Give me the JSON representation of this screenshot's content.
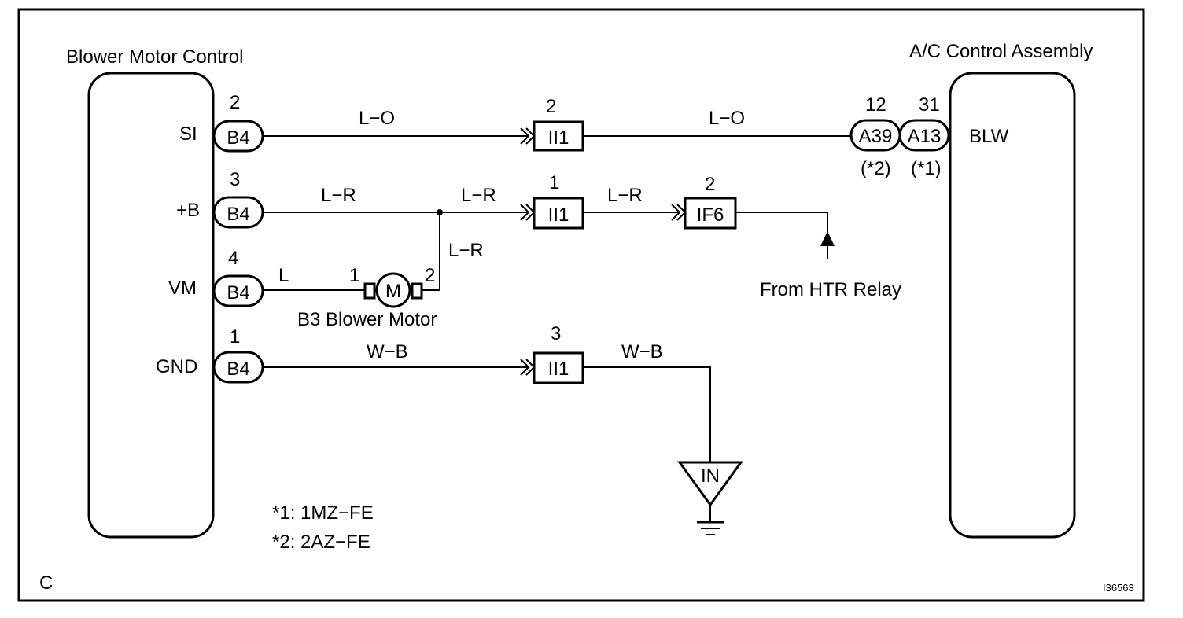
{
  "figure_id": "I36563",
  "corner_label": "C",
  "left_component": {
    "title": "Blower Motor Control",
    "pins": [
      {
        "name": "SI",
        "pin": "2",
        "connector": "B4"
      },
      {
        "name": "+B",
        "pin": "3",
        "connector": "B4"
      },
      {
        "name": "VM",
        "pin": "4",
        "connector": "B4"
      },
      {
        "name": "GND",
        "pin": "1",
        "connector": "B4"
      }
    ]
  },
  "right_component": {
    "title": "A/C Control Assembly",
    "terminal": "BLW",
    "connectors": [
      {
        "connector": "A39",
        "pin": "12",
        "note": "(*2)"
      },
      {
        "connector": "A13",
        "pin": "31",
        "note": "(*1)"
      }
    ]
  },
  "wires": {
    "si_left": "L−O",
    "si_right": "L−O",
    "b_left": "L−R",
    "b_mid": "L−R",
    "b_right": "L−R",
    "b_down": "L−R",
    "vm": "L",
    "gnd_left": "W−B",
    "gnd_right": "W−B"
  },
  "junctions": {
    "si": {
      "label": "II1",
      "pin": "2"
    },
    "b": {
      "label": "II1",
      "pin": "1"
    },
    "if6": {
      "label": "IF6",
      "pin": "2"
    },
    "gnd": {
      "label": "II1",
      "pin": "3"
    }
  },
  "motor": {
    "symbol": "M",
    "pin_left": "1",
    "pin_right": "2",
    "label": "B3 Blower Motor"
  },
  "from_relay": "From HTR Relay",
  "ground_point": "IN",
  "notes": [
    "*1: 1MZ−FE",
    "*2: 2AZ−FE"
  ]
}
